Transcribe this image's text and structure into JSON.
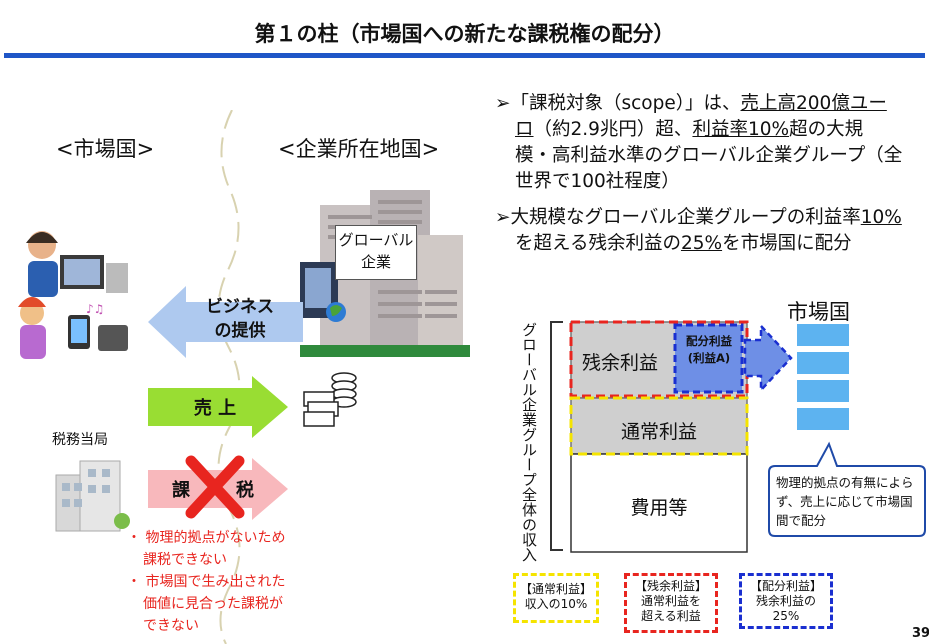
{
  "title": "第１の柱（市場国への新たな課税権の配分）",
  "left": {
    "market_label": "<市場国>",
    "company_label": "<企業所在地国>",
    "group_label": "グローバル\n企業",
    "business_arrow": "ビジネス\nの提供",
    "sales_arrow": "売 上",
    "tax_authority": "税務当局",
    "tax_left": "課",
    "tax_right": "税",
    "notes": [
      "・ 物理的拠点がないため",
      "課税できない",
      "・ 市場国で生み出された",
      "価値に見合った課税が",
      "できない"
    ]
  },
  "bullets": {
    "b1_parts": [
      "➢「課税対象（scope）」は、",
      "売上高200億ユー",
      "ロ",
      "（約2.9兆円）超、",
      "利益率10%",
      "超の大規",
      "模・高利益水準のグローバル企業グループ（全",
      "世界で100社程度）"
    ],
    "b2_parts": [
      "➢大規模なグローバル企業グループの利益率",
      "10%",
      "を超える残余利益の",
      "25%",
      "を市場国に配分"
    ]
  },
  "diagram": {
    "vertical_label": "グローバル企業グループ全体の収入",
    "residual": "残余利益",
    "allocated": "配分利益\n(利益A)",
    "routine": "通常利益",
    "costs": "費用等",
    "market": "市場国",
    "callout": "物理的拠点の有無によら\nず、売上に応じて市場国\n間で配分",
    "legend": [
      {
        "text": "【通常利益】\n収入の10%",
        "color": "#f5e400"
      },
      {
        "text": "【残余利益】\n通常利益を\n超える利益",
        "color": "#e8251f"
      },
      {
        "text": "【配分利益】\n残余利益の\n25%",
        "color": "#1a2fd0"
      }
    ]
  },
  "page_number": "39"
}
